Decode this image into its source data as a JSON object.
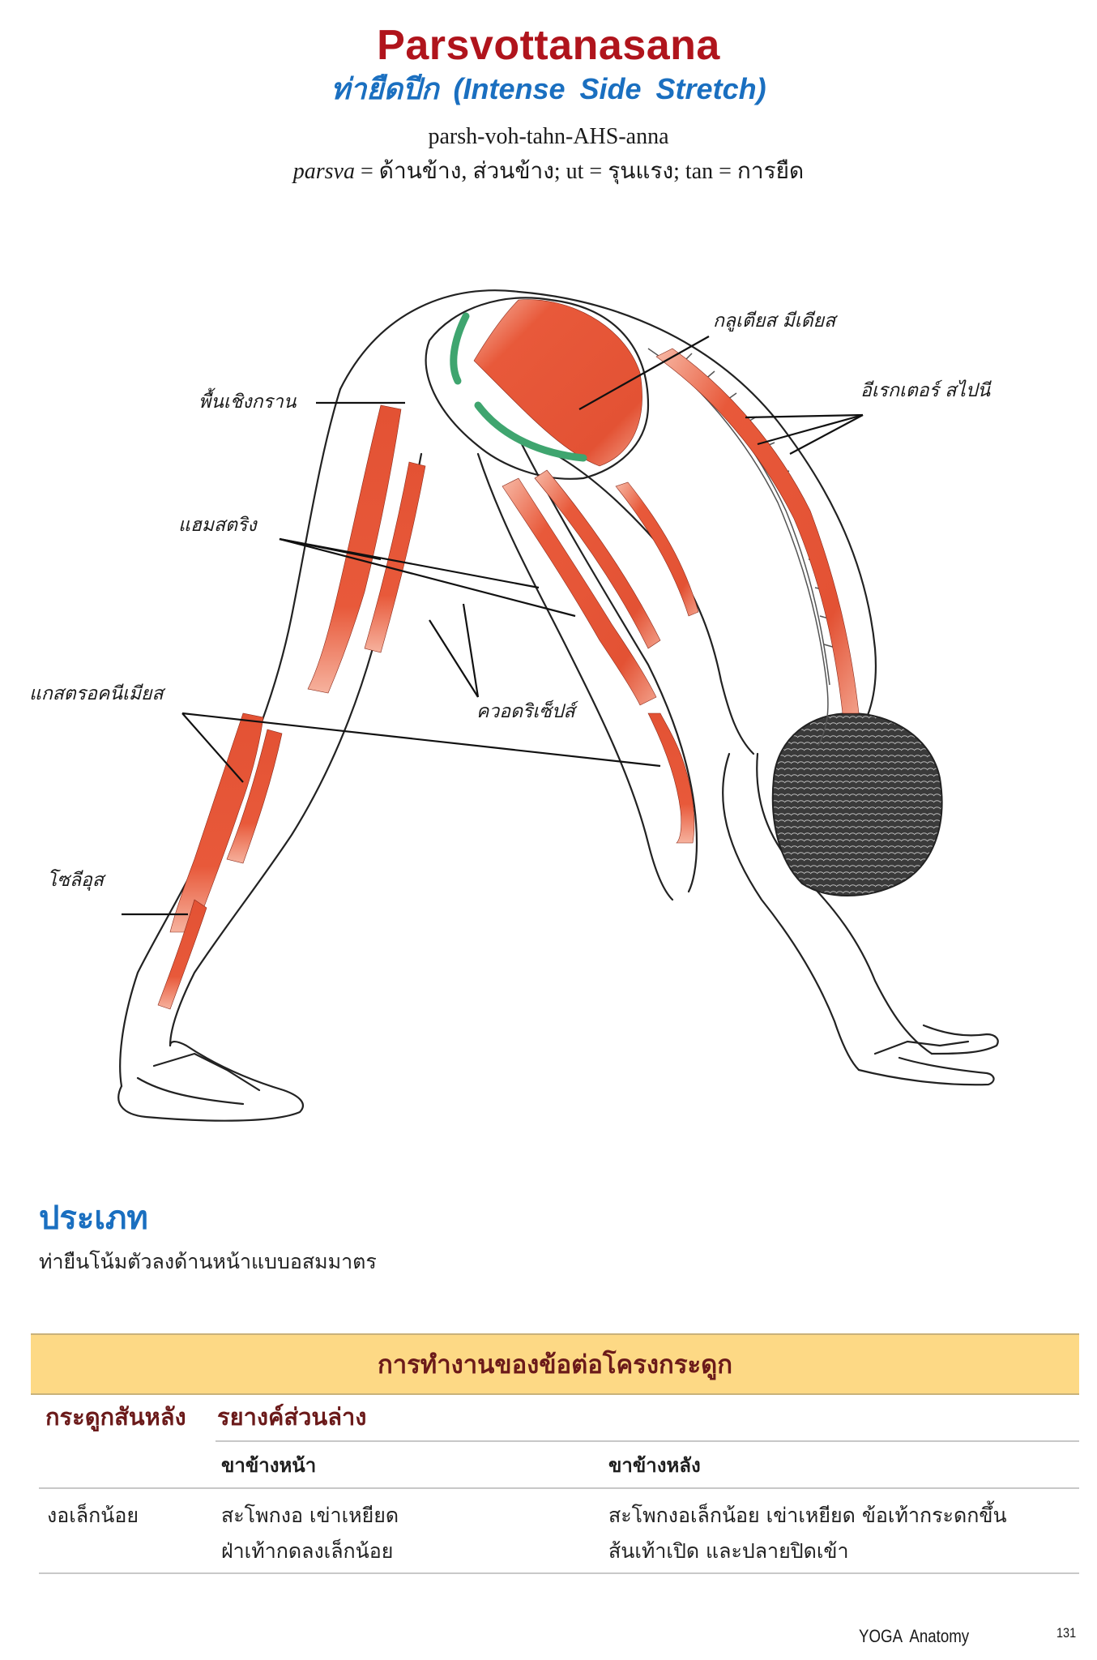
{
  "header": {
    "title": "Parsvottanasana",
    "subtitle": "ท่ายืดปีก (Intense Side Stretch)",
    "pronunciation": "parsh-voh-tahn-AHS-anna",
    "etymology": {
      "term": "parsva",
      "rest": " = ด้านข้าง, ส่วนข้าง; ut = รุนแรง; tan = การยืด"
    }
  },
  "figure": {
    "labels": [
      {
        "id": "pelvic-floor",
        "text": "พื้นเชิงกราน"
      },
      {
        "id": "gluteus-medius",
        "text": "กลูเตียส มีเดียส"
      },
      {
        "id": "erector-spinae",
        "text": "อีเรกเตอร์ สไปนี"
      },
      {
        "id": "hamstrings",
        "text": "แฮมสตริง"
      },
      {
        "id": "gastrocnemius",
        "text": "แกสตรอคนีเมียส"
      },
      {
        "id": "quadriceps",
        "text": "ควอดริเซ็ปส์"
      },
      {
        "id": "soleus",
        "text": "โซลีอุส"
      }
    ]
  },
  "type_section": {
    "heading": "ประเภท",
    "body": "ท่ายืนโน้มตัวลงด้านหน้าแบบอสมมาตร"
  },
  "joint_table": {
    "title": "การทำงานของข้อต่อโครงกระดูก",
    "spine_label": "กระดูกสันหลัง",
    "limbs_label": "รยางค์ส่วนล่าง",
    "columns": [
      "ขาข้างหน้า",
      "ขาข้างหลัง"
    ],
    "rows": [
      {
        "spine": "งอเล็กน้อย",
        "front_leg": [
          "สะโพกงอ เข่าเหยียด",
          "ฝ่าเท้ากดลงเล็กน้อย"
        ],
        "back_leg": [
          "สะโพกงอเล็กน้อย เข่าเหยียด ข้อเท้ากระดกขึ้น",
          "ส้นเท้าเปิด และปลายปิดเข้า"
        ]
      }
    ]
  },
  "footer": {
    "book_title": "YOGA  Anatomy",
    "page_number": "131"
  },
  "colors": {
    "title_red": "#B0141C",
    "subtitle_blue": "#1A6FC0",
    "muscle": "#E8593A",
    "pelvic_green": "#3FA56F",
    "table_header_bg": "#FDD985",
    "table_text_darkred": "#6B1A1A",
    "heading_blue": "#1A6FC0"
  }
}
